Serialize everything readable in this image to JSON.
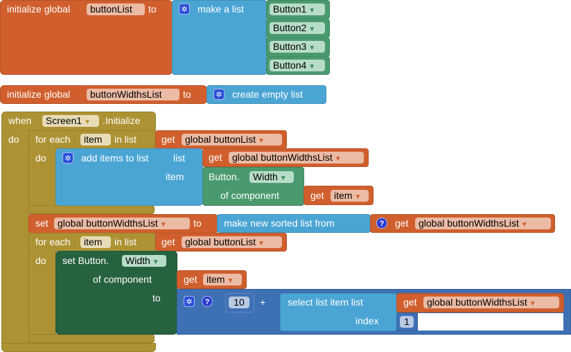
{
  "init1": {
    "label": "initialize global",
    "name": "buttonList",
    "to": "to",
    "make_list": "make a list",
    "items": [
      "Button1",
      "Button2",
      "Button3",
      "Button4"
    ]
  },
  "init2": {
    "label": "initialize global",
    "name": "buttonWidthsList",
    "to": "to",
    "create": "create empty list"
  },
  "event": {
    "when": "when",
    "component": "Screen1",
    "event": ".Initialize",
    "do": "do"
  },
  "foreach1": {
    "label": "for each",
    "var": "item",
    "in_list": "in list",
    "do": "do",
    "get": "get",
    "list_var": "global buttonList"
  },
  "additems": {
    "label": "add items to list",
    "list": "list",
    "item": "item",
    "get": "get",
    "list_var": "global buttonWidthsList",
    "button": "Button.",
    "prop": "Width",
    "of_component": "of component",
    "get2": "get",
    "item_var": "item"
  },
  "set": {
    "label": "set",
    "var": "global buttonWidthsList",
    "to": "to",
    "sorted": "make new sorted list from",
    "get": "get",
    "list_var": "global buttonWidthsList"
  },
  "foreach2": {
    "label": "for each",
    "var": "item",
    "in_list": "in list",
    "do": "do",
    "get": "get",
    "list_var": "global buttonList"
  },
  "setwidth": {
    "label": "set Button.",
    "prop": "Width",
    "of_component": "of component",
    "to": "to",
    "get": "get",
    "item_var": "item"
  },
  "math": {
    "num": "10",
    "plus": "+",
    "select": "select list item  list",
    "index": "index",
    "get": "get",
    "list_var": "global buttonWidthsList",
    "index_val": "1"
  },
  "colors": {
    "variables": "#d05f2d",
    "lists": "#4aa5d4",
    "components": "#4a9a6f",
    "control": "#ad9233",
    "setter": "#27623f",
    "math": "#3e70b4"
  }
}
